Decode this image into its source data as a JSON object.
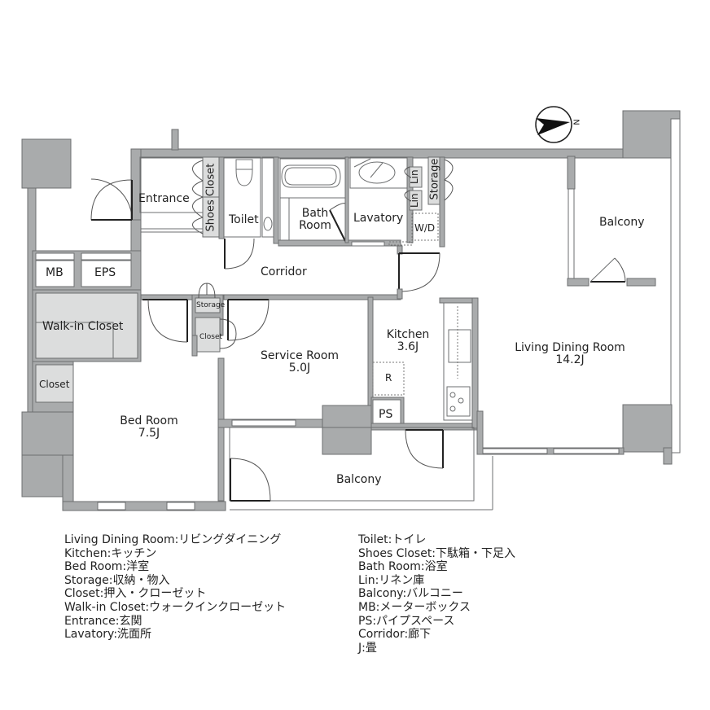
{
  "compass": {
    "label": "N"
  },
  "rooms": {
    "entrance": "Entrance",
    "shoes_closet": "Shoes Closet",
    "toilet": "Toilet",
    "bath_room": [
      "Bath",
      "Room"
    ],
    "lavatory": "Lavatory",
    "wd": "W/D",
    "lin_1": "Lin",
    "lin_2": "Lin",
    "storage_top": "Storage",
    "balcony_north": "Balcony",
    "mb": "MB",
    "eps": "EPS",
    "corridor": "Corridor",
    "storage_small": "Storage",
    "closet_small": "Closet",
    "walk_in_closet": "Walk-in Closet",
    "closet_bed": "Closet",
    "service_room": {
      "name": "Service Room",
      "size": "5.0J"
    },
    "kitchen": {
      "name": "Kitchen",
      "size": "3.6J"
    },
    "refrigerator": "R",
    "ps": "PS",
    "living_dining": {
      "name": "Living Dining Room",
      "size": "14.2J"
    },
    "bed_room": {
      "name": "Bed Room",
      "size": "7.5J"
    },
    "balcony_south": "Balcony"
  },
  "legend": {
    "left": [
      "Living Dining Room:リビングダイニング",
      "Kitchen:キッチン",
      "Bed Room:洋室",
      "Storage:収納・物入",
      "Closet:押入・クローゼット",
      "Walk-in Closet:ウォークインクローゼット",
      "Entrance:玄関",
      "Lavatory:洗面所"
    ],
    "right": [
      "Toilet:トイレ",
      "Shoes Closet:下駄箱・下足入",
      "Bath Room:浴室",
      "Lin:リネン庫",
      "Balcony:バルコニー",
      "MB:メーターボックス",
      "PS:パイプスペース",
      "Corridor:廊下",
      "J:畳"
    ]
  },
  "colors": {
    "wall": "#a9abac",
    "closet_fill": "#dcdddd",
    "line": "#6d6f70"
  }
}
